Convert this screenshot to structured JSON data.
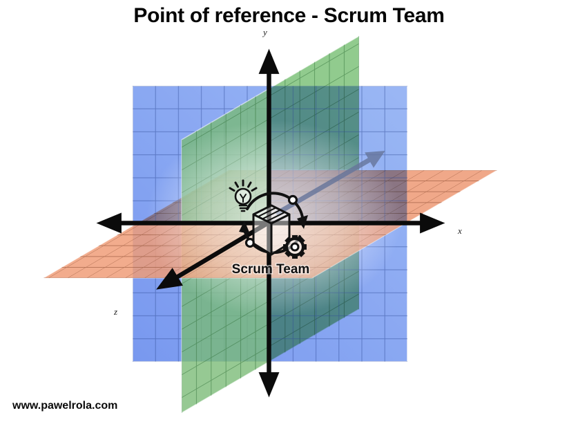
{
  "title": "Point of reference - Scrum Team",
  "footer": {
    "website": "www.pawelrola.com"
  },
  "axes": {
    "x": "x",
    "y": "y",
    "z": "z"
  },
  "center": {
    "label": "Scrum Team"
  },
  "colors": {
    "plane_blue": "#7b9cf0",
    "plane_green_back": "#8cc989",
    "plane_green_front": "#79bb76",
    "plane_orange_back": "#f0a483",
    "plane_orange_front": "#f09d78",
    "axis": "#0b0b0b",
    "depth_arrow": "#66759b"
  },
  "icons": {
    "lightbulb": "idea-lightbulb-icon",
    "cube": "product-cube-icon",
    "gear": "process-gear-icon",
    "cycle": "cycle-arrows-icon",
    "depth_arrow": "depth-arrow-icon"
  }
}
